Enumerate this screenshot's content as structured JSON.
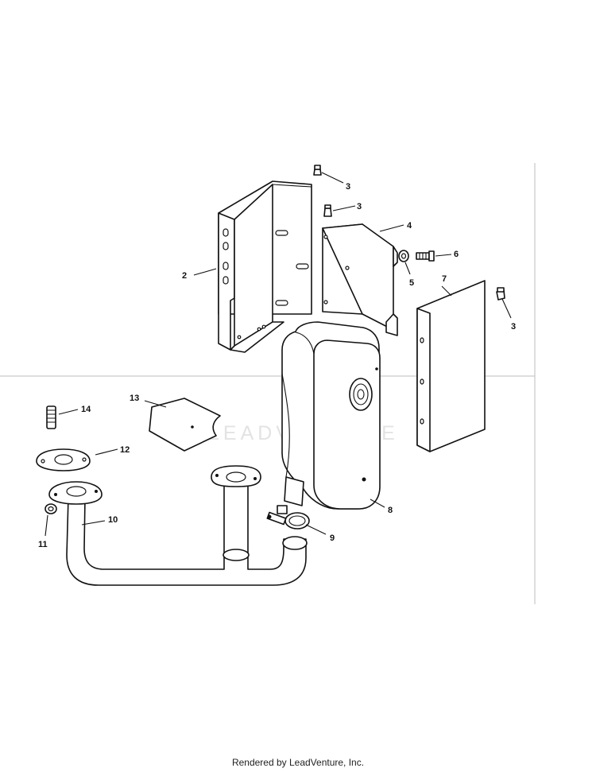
{
  "watermark": {
    "text": "LEADVENTURE"
  },
  "footer": {
    "text": "Rendered by LeadVenture, Inc."
  },
  "callouts": {
    "c2": "2",
    "c3a": "3",
    "c3b": "3",
    "c3c": "3",
    "c4": "4",
    "c5": "5",
    "c6": "6",
    "c7": "7",
    "c8": "8",
    "c9": "9",
    "c10": "10",
    "c11": "11",
    "c12": "12",
    "c13": "13",
    "c14": "14"
  }
}
